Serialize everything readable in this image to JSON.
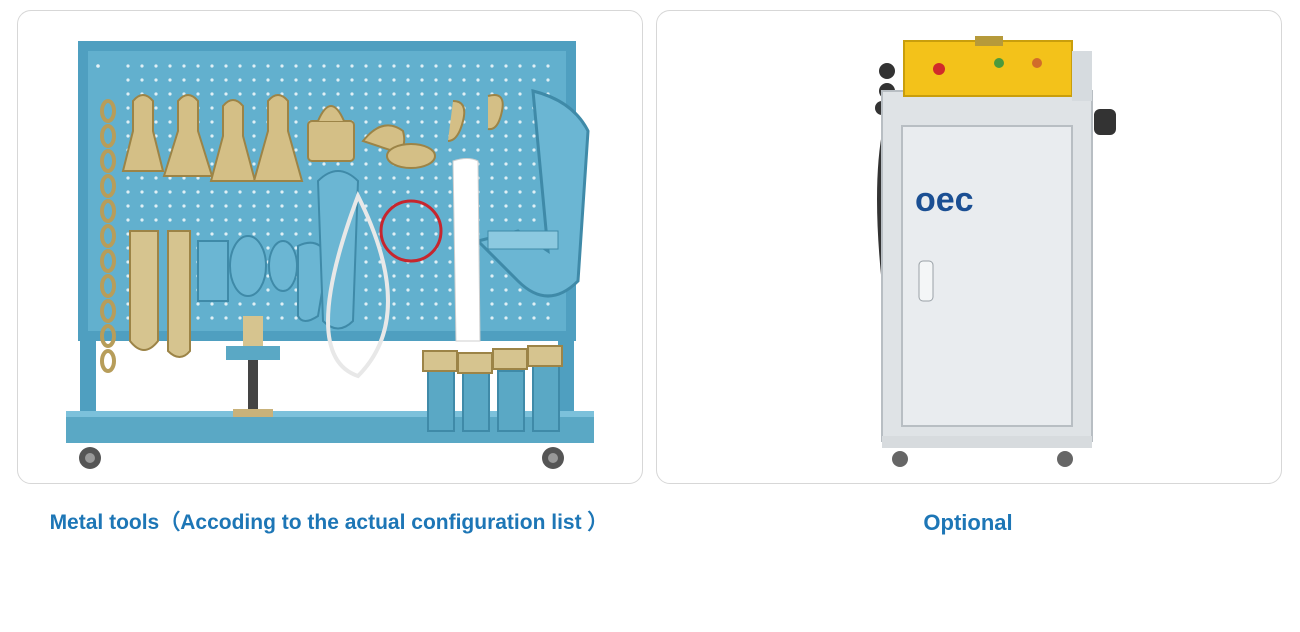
{
  "products": [
    {
      "image_alt": "Metal tool board with pulling clamps, chains and hooks",
      "caption": "Metal tools（Accoding to the actual configuration list ）",
      "colors": {
        "board": "#5aa8c5",
        "board_dark": "#3f8aa8",
        "brass": "#c9b27a"
      }
    },
    {
      "image_alt": "Grey electric control cabinet on wheels with yellow control panel",
      "caption": "Optional",
      "brand_mark": "oec",
      "colors": {
        "cabinet": "#dfe3e6",
        "panel": "#f3c21a",
        "logo": "#1b4f93"
      }
    }
  ],
  "caption_color": "#1d76b6"
}
